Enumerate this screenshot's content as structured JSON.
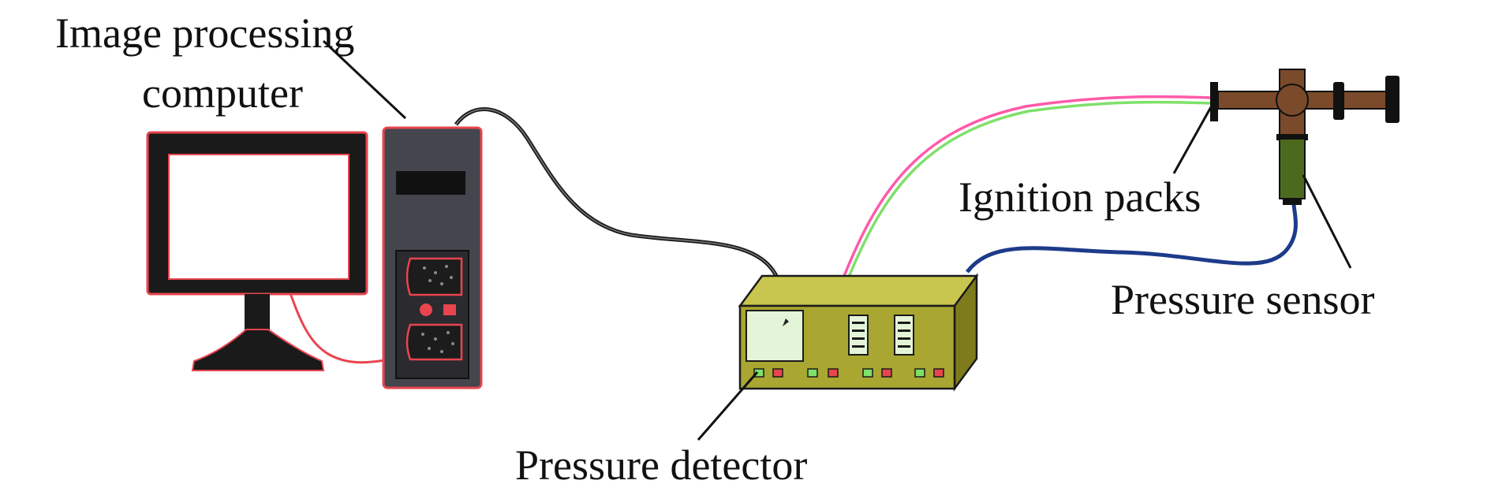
{
  "labels": {
    "computer_line1": "Image processing",
    "computer_line2": "computer",
    "ignition": "Ignition packs",
    "sensor": "Pressure sensor",
    "detector": "Pressure detector"
  },
  "colors": {
    "monitor_body": "#1a1a1a",
    "monitor_outline": "#e8454f",
    "screen": "#ffffff",
    "tower_body": "#45454e",
    "detector_front": "#a9a631",
    "detector_top": "#c9c64f",
    "detector_side": "#7e7b1c",
    "pipe": "#7a4a2a",
    "sensor_body": "#4c6a1e",
    "cable_black": "#1a1a1a",
    "cable_pink": "#ff5aa8",
    "cable_green": "#7fe06a",
    "cable_blue": "#1d3b8a"
  }
}
